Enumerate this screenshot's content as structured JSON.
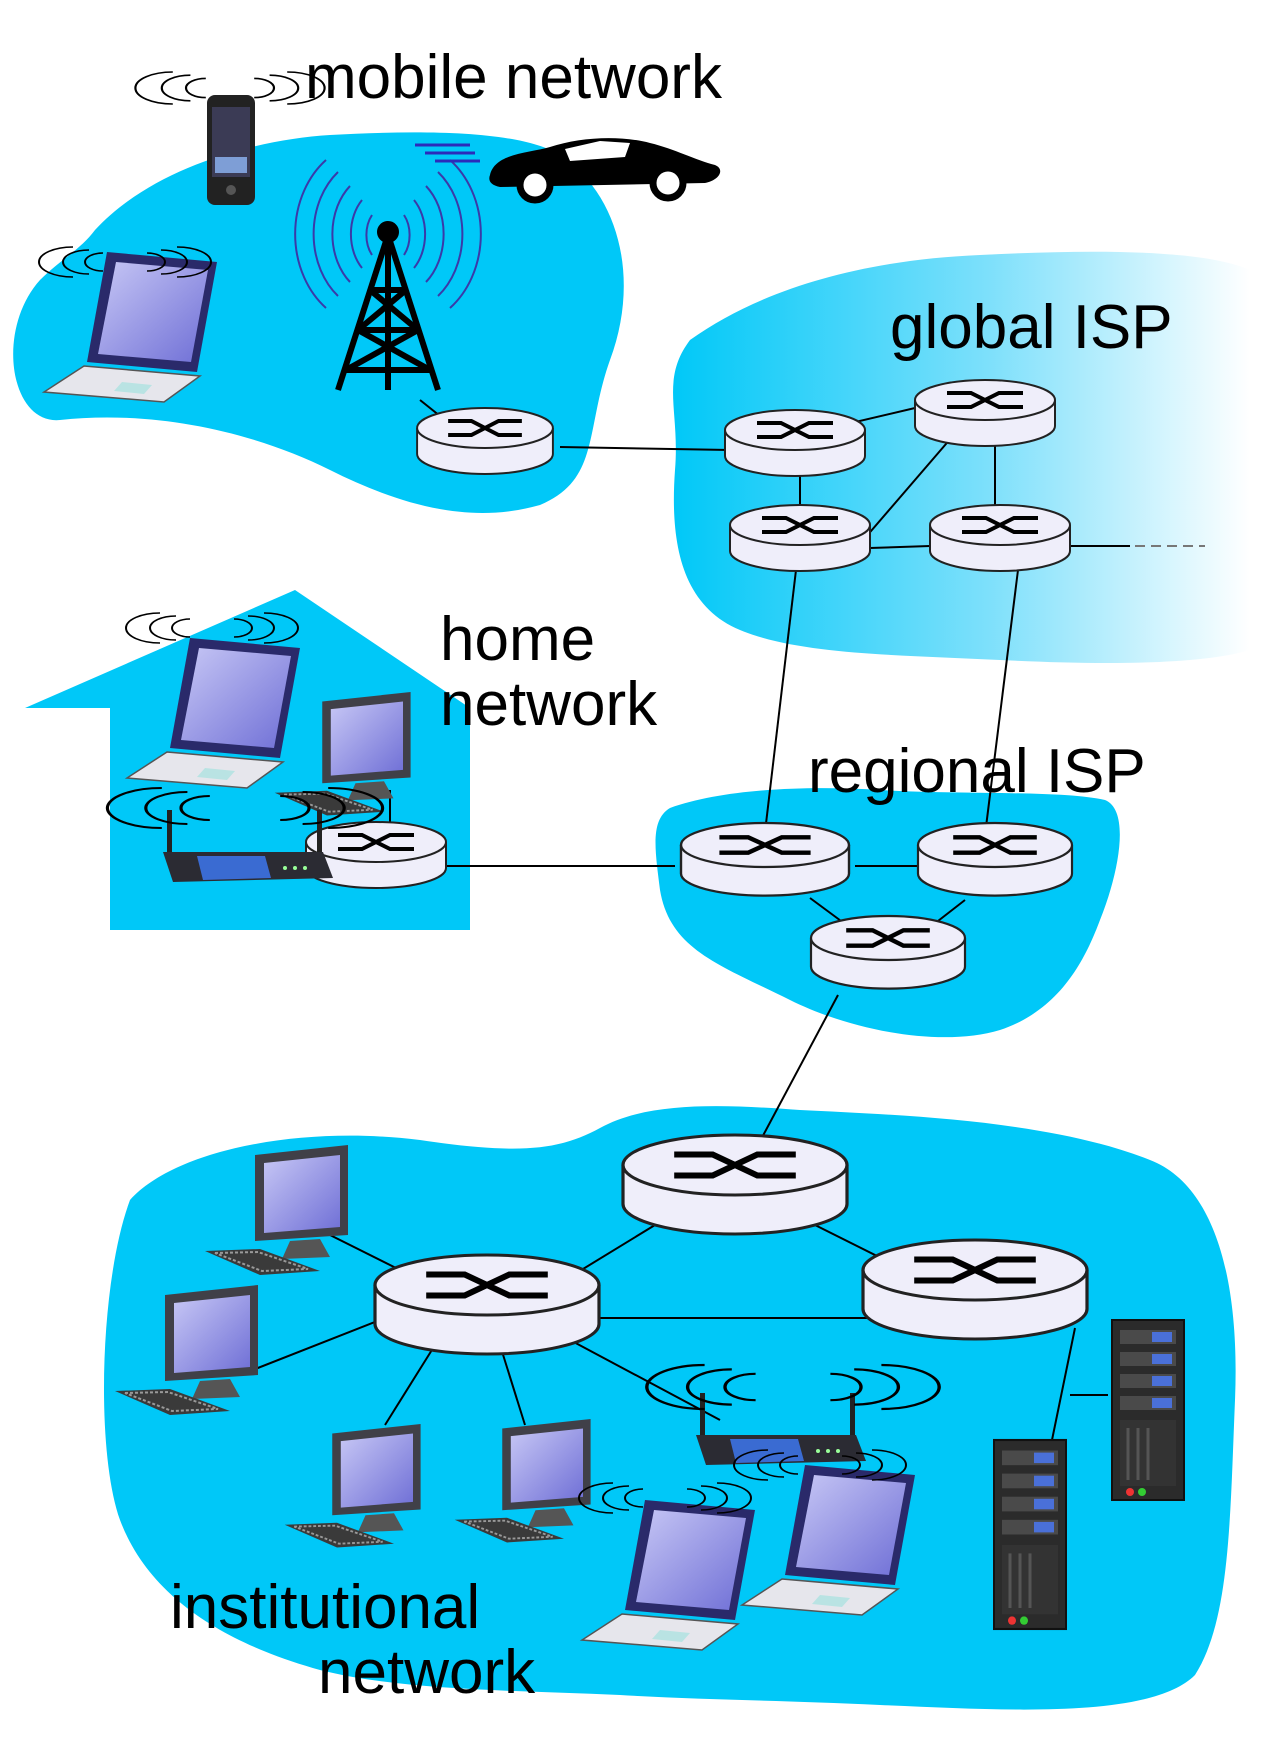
{
  "labels": {
    "mobile": "mobile network",
    "global": "global ISP",
    "home_line1": "home",
    "home_line2": "network",
    "regional": "regional ISP",
    "inst_line1": "institutional",
    "inst_line2": "network"
  },
  "colors": {
    "network_fill": "#00c8f8",
    "router_fill": "#efeefa",
    "router_stroke": "#222222",
    "link": "#000000",
    "screen": "#8f8fe6"
  }
}
